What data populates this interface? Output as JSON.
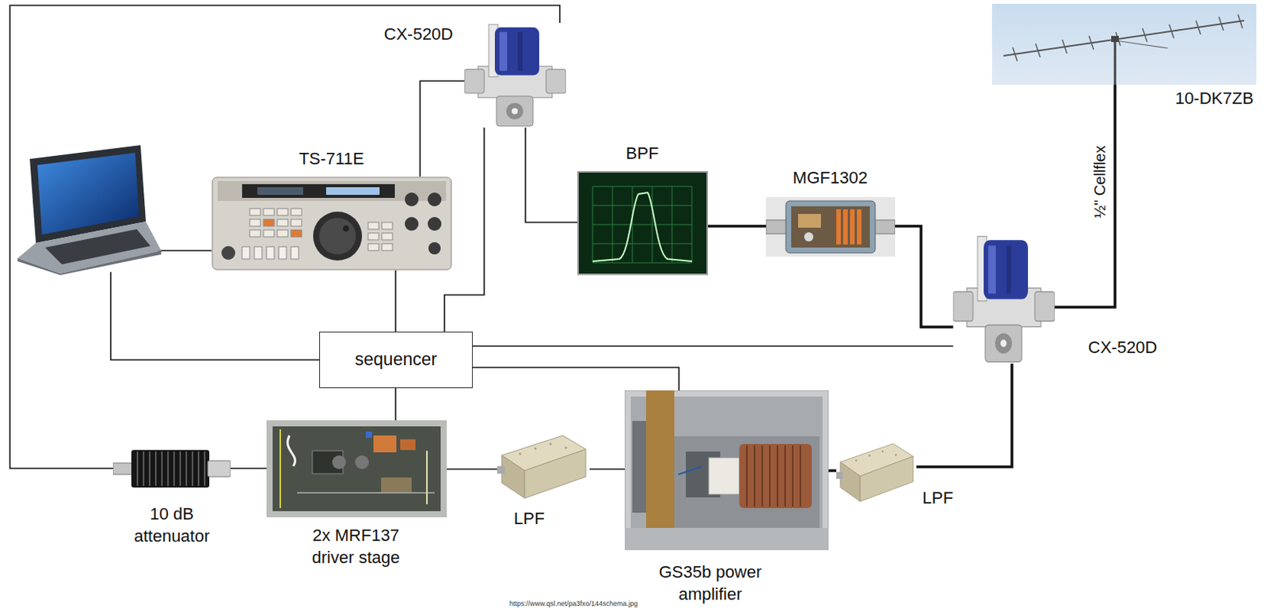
{
  "diagram": {
    "nodes": [
      {
        "text": [
          "CX-520D"
        ]
      },
      {
        "text": [
          "TS-711E"
        ]
      },
      {
        "text": [
          "BPF"
        ]
      },
      {
        "text": [
          "MGF1302"
        ]
      },
      {
        "text": [
          "10-DK7ZB"
        ]
      },
      {
        "text": [
          "CX-520D"
        ]
      },
      {
        "text": [
          "sequencer"
        ]
      },
      {
        "text": [
          "10 dB attenuator"
        ]
      },
      {
        "text": [
          "2x MRF137 driver stage"
        ]
      },
      {
        "text": [
          "LPF"
        ]
      },
      {
        "text": [
          "GS35b power amplifier"
        ]
      },
      {
        "text": [
          "LPF"
        ]
      }
    ],
    "edges": [
      {
        "from": 1,
        "to": 0,
        "arrow": "none"
      },
      {
        "from": 0,
        "to": 2,
        "arrow": "none"
      },
      {
        "from": 2,
        "to": 3,
        "arrow": "none"
      },
      {
        "from": 3,
        "to": 5,
        "arrow": "none"
      },
      {
        "from": 5,
        "to": 4,
        "label": "½\" Cellflex",
        "arrow": "none"
      },
      {
        "from": 0,
        "to": 7,
        "arrow": "none"
      },
      {
        "from": 7,
        "to": 8,
        "arrow": "none"
      },
      {
        "from": 8,
        "to": 9,
        "arrow": "none"
      },
      {
        "from": 9,
        "to": 10,
        "arrow": "none"
      },
      {
        "from": 10,
        "to": 11,
        "arrow": "none"
      },
      {
        "from": 11,
        "to": 5,
        "arrow": "none"
      },
      {
        "from": 6,
        "to": 1,
        "arrow": "none"
      },
      {
        "from": 6,
        "to": 0,
        "arrow": "none"
      },
      {
        "from": 6,
        "to": 5,
        "arrow": "none"
      },
      {
        "from": 6,
        "to": 10,
        "arrow": "none"
      },
      {
        "from": 6,
        "to": 8,
        "arrow": "none"
      }
    ],
    "labels": [
      "https://www.qsl.net/pa3fxo/144schema.jpg"
    ]
  }
}
